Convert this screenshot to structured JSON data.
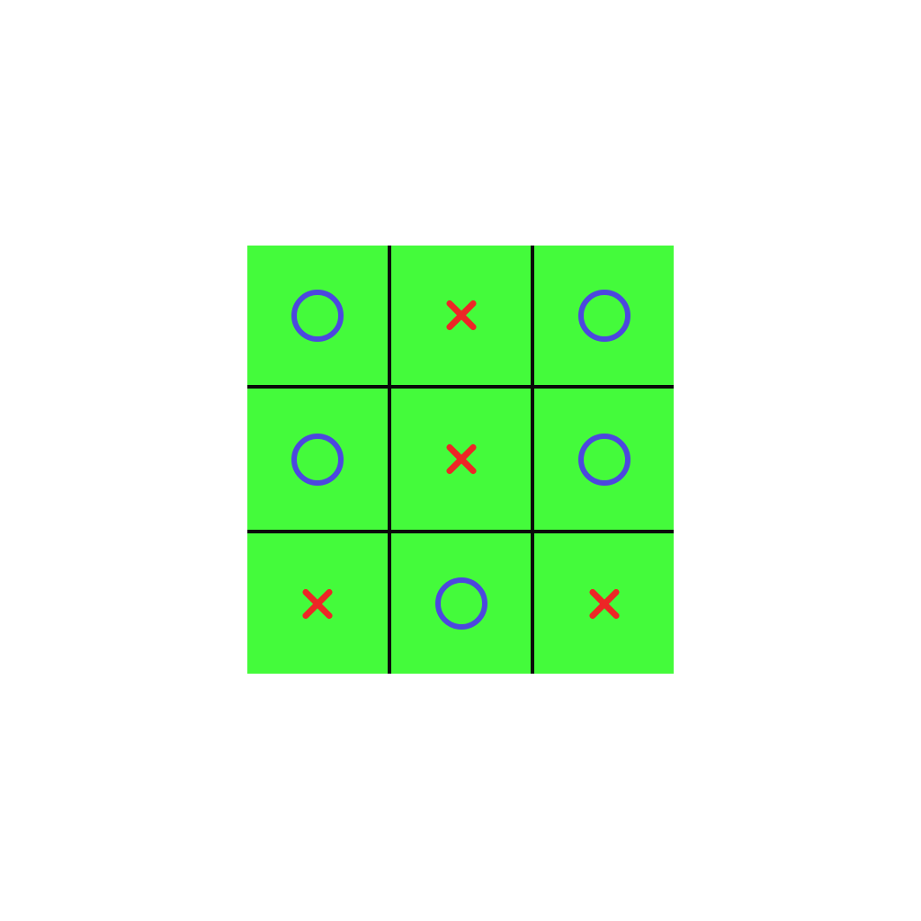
{
  "colors": {
    "page_background": "#ffffff",
    "cell_background": "#44fb3b",
    "grid_line": "#0a0a0a",
    "x_mark": "#ed2626",
    "o_mark": "#4c47df"
  },
  "board": {
    "rows": 3,
    "columns": 3,
    "cells": [
      [
        "O",
        "X",
        "O"
      ],
      [
        "O",
        "X",
        "O"
      ],
      [
        "X",
        "O",
        "X"
      ]
    ]
  },
  "icons": {
    "X": "x-mark-icon",
    "O": "o-mark-icon"
  }
}
